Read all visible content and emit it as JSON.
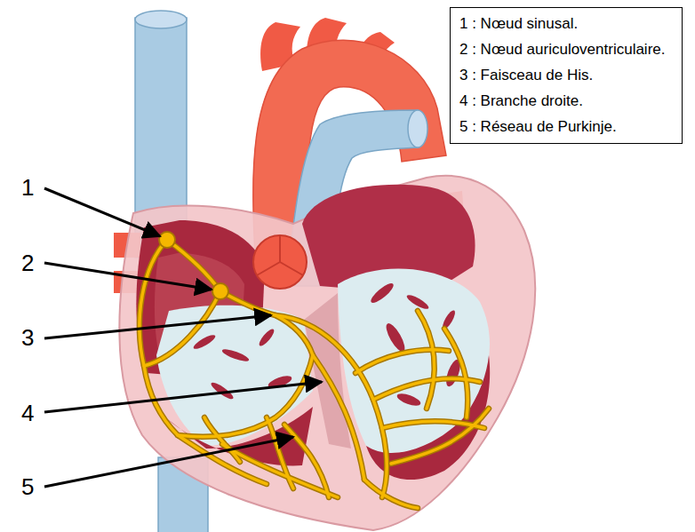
{
  "diagram": {
    "nodes": [
      {
        "text": [
          "1 : Nœud sinusal.",
          "2 : Nœud auriculoventriculaire.",
          "3 : Faisceau de His.",
          "4 : Branche droite.",
          "5 : Réseau de Purkinje."
        ]
      }
    ],
    "labels": [
      "1",
      "2",
      "3",
      "4",
      "5"
    ]
  }
}
